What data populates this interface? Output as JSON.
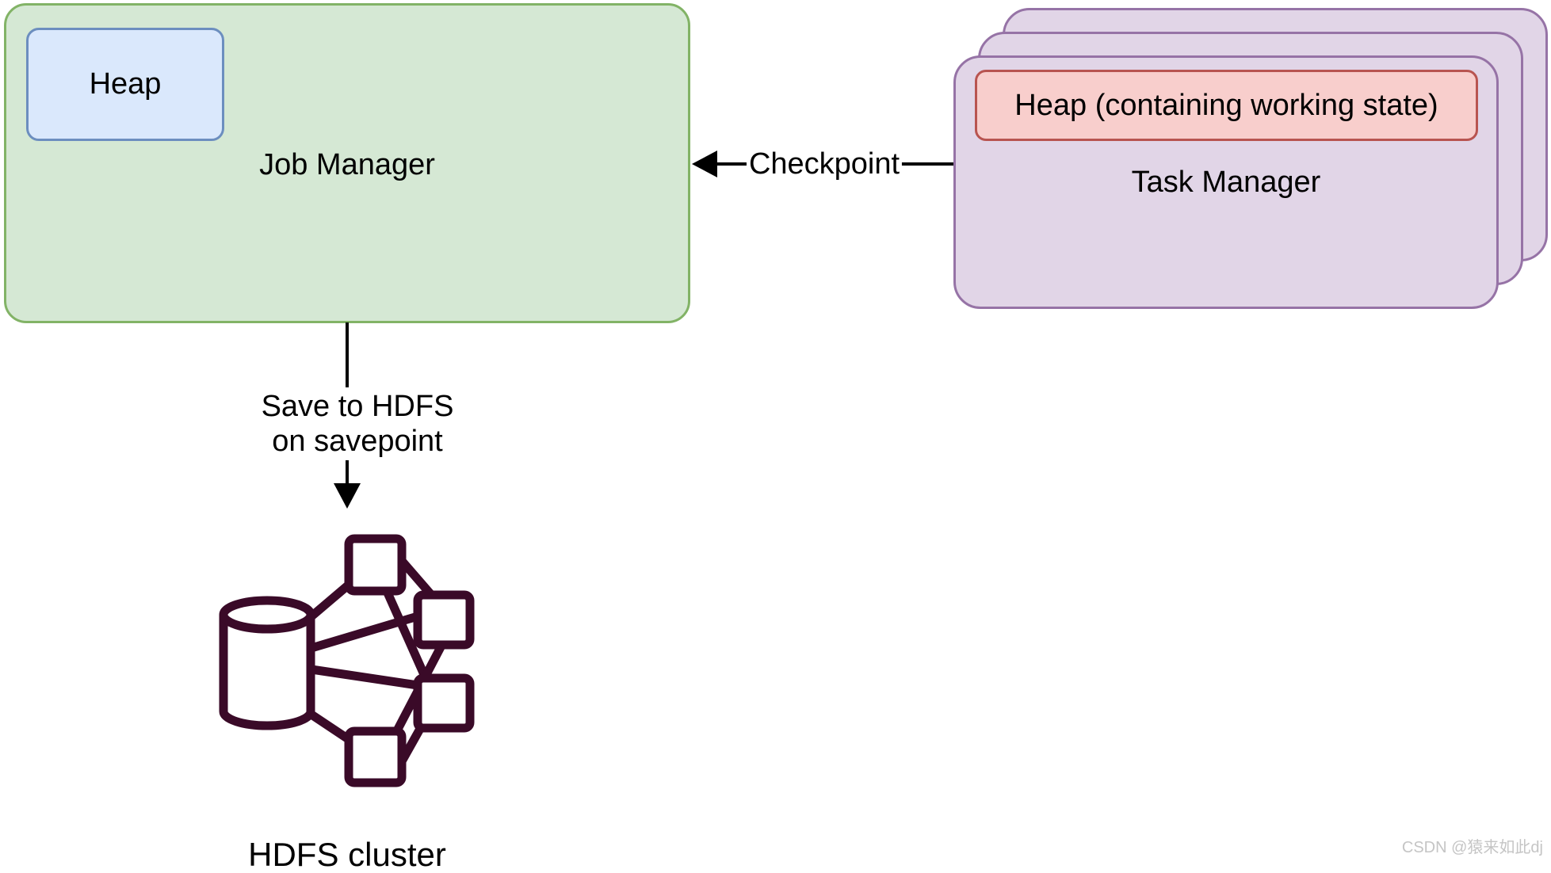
{
  "job_manager": {
    "label": "Job Manager",
    "fill": "#d5e8d4",
    "border": "#82b366",
    "heap": {
      "label": "Heap",
      "fill": "#dae8fc",
      "border": "#6c8ebf"
    }
  },
  "task_manager": {
    "label": "Task Manager",
    "stack_count": 3,
    "fill": "#e1d5e7",
    "border": "#9673a6",
    "heap": {
      "label": "Heap (containing working state)",
      "fill": "#f8cecc",
      "border": "#b85450"
    }
  },
  "arrows": {
    "checkpoint": {
      "label": "Checkpoint",
      "direction": "right-to-left",
      "color": "#000000"
    },
    "savepoint": {
      "label_line1": "Save to HDFS",
      "label_line2": "on savepoint",
      "direction": "top-to-bottom",
      "color": "#000000"
    }
  },
  "hdfs": {
    "label": "HDFS cluster",
    "icon": "hdfs-cluster-icon",
    "icon_color": "#3a0a28"
  },
  "watermark": {
    "text": "CSDN @猿来如此dj",
    "color": "#c5c5c5"
  }
}
